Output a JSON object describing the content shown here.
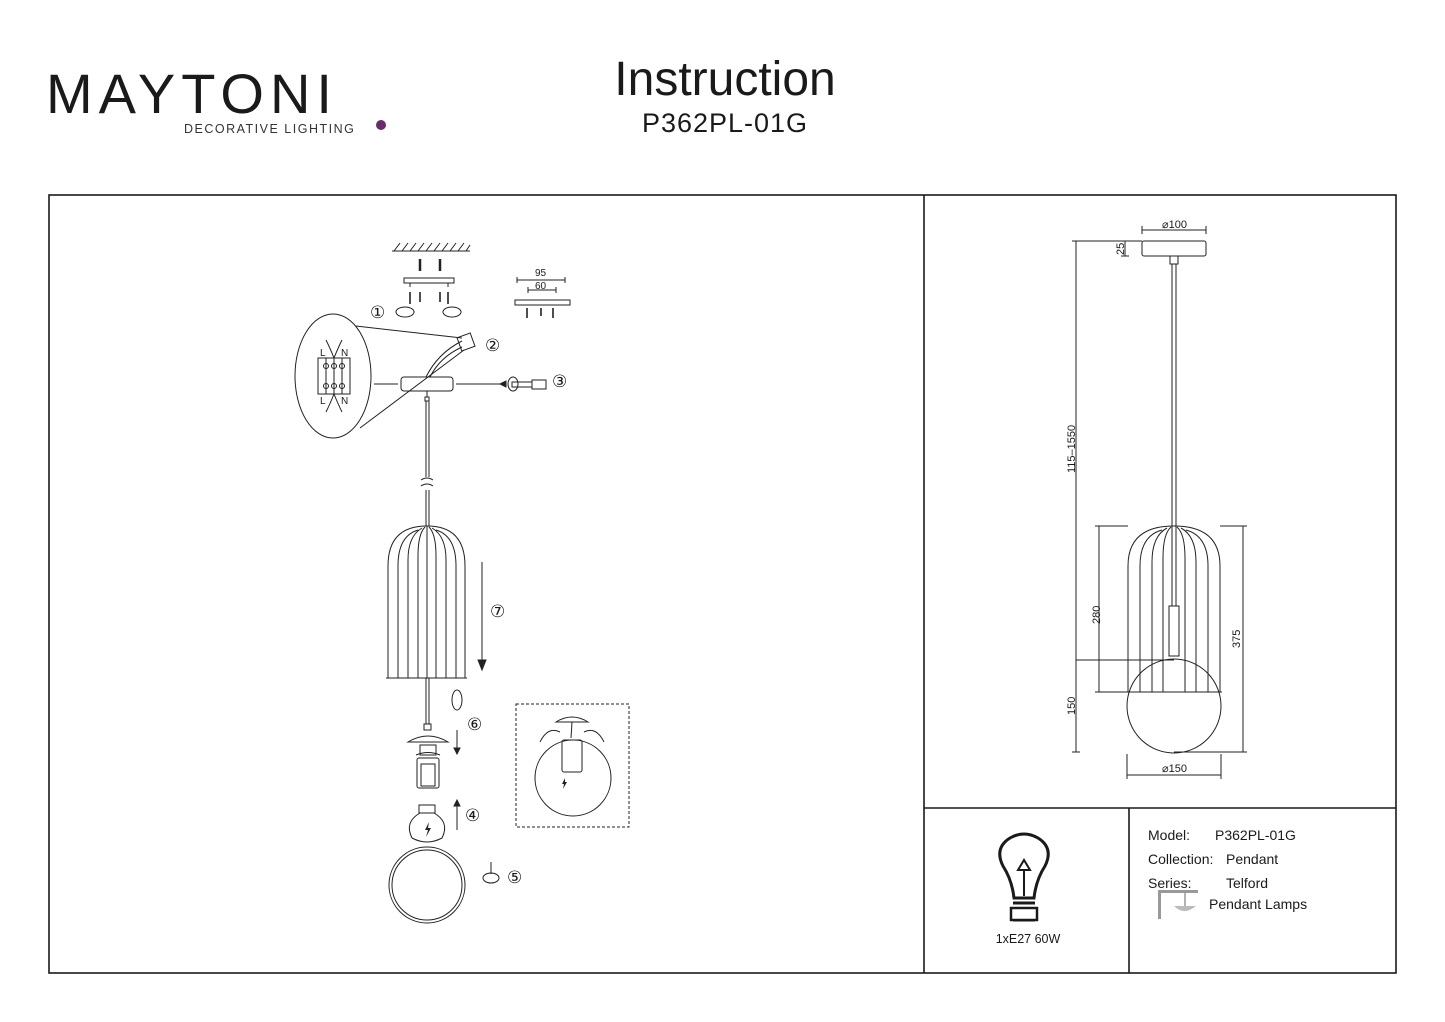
{
  "brand": {
    "name": "MAYTONI",
    "tagline": "DECORATIVE LIGHTING",
    "accent_color": "#6b2a6a"
  },
  "header": {
    "title": "Instruction",
    "model": "P362PL-01G"
  },
  "assembly": {
    "steps": [
      "①",
      "②",
      "③",
      "④",
      "⑤",
      "⑥",
      "⑦"
    ],
    "bracket_dims": {
      "outer": "95",
      "inner": "60"
    },
    "terminal_labels": [
      "L",
      "N"
    ]
  },
  "dimensions": {
    "canopy_diameter": "⌀100",
    "canopy_height": "25",
    "cable_range": "115–1550",
    "shade_height": "280",
    "total_height": "375",
    "globe_height": "150",
    "globe_diameter": "⌀150"
  },
  "lamp": {
    "icon": "light-bulb-icon",
    "spec": "1xE27 60W"
  },
  "specs": {
    "model_label": "Model:",
    "model_value": "P362PL-01G",
    "collection_label": "Collection:",
    "collection_value": "Pendant",
    "series_label": "Series:",
    "series_value": "Telford",
    "type_icon": "pendant-lamp-icon",
    "type_value": "Pendant Lamps"
  }
}
